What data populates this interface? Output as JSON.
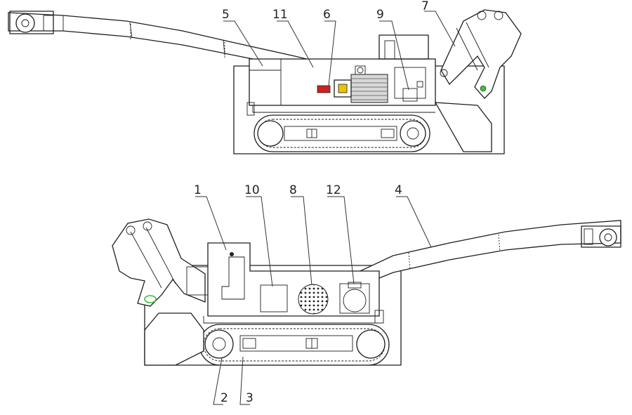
{
  "callouts": [
    {
      "id": "c1",
      "label": "1"
    },
    {
      "id": "c2",
      "label": "2"
    },
    {
      "id": "c3",
      "label": "3"
    },
    {
      "id": "c4",
      "label": "4"
    },
    {
      "id": "c5",
      "label": "5"
    },
    {
      "id": "c6",
      "label": "6"
    },
    {
      "id": "c7",
      "label": "7"
    },
    {
      "id": "c8",
      "label": "8"
    },
    {
      "id": "c9",
      "label": "9"
    },
    {
      "id": "c10",
      "label": "10"
    },
    {
      "id": "c11",
      "label": "11"
    },
    {
      "id": "c12",
      "label": "12"
    }
  ],
  "colors": {
    "line": "#1e1e1e",
    "motor": "#d8d8d8",
    "highlight_red": "#cc2222",
    "highlight_yellow": "#e8c400",
    "highlight_green": "#3fbf3f"
  }
}
